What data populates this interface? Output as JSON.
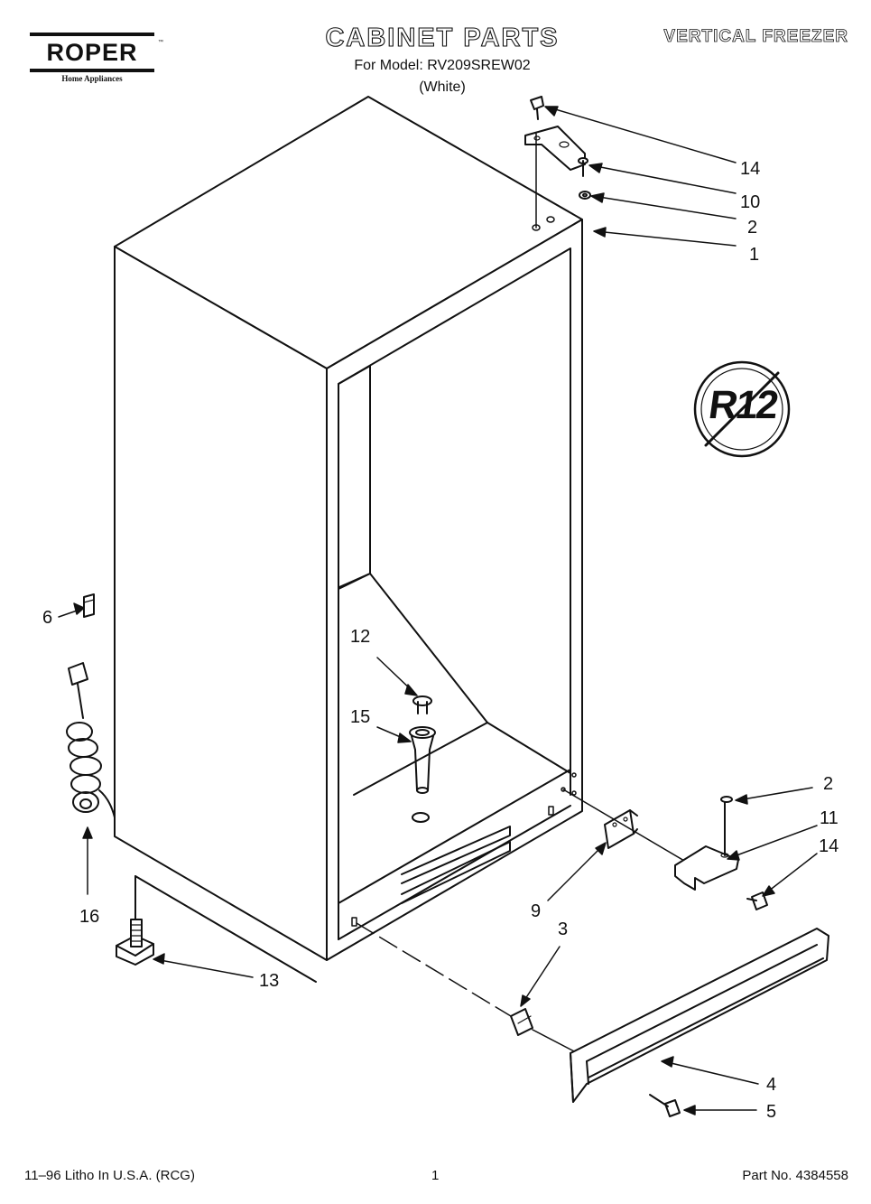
{
  "brand": {
    "logo_text": "ROPER",
    "tm": "™",
    "subtitle": "Home Appliances"
  },
  "header": {
    "title": "CABINET PARTS",
    "model_line": "For Model: RV209SREW02",
    "color_line": "(White)",
    "product": "VERTICAL FREEZER"
  },
  "badge": {
    "text": "R12",
    "meaning": "no-r12"
  },
  "callouts": {
    "c14_top": "14",
    "c10": "10",
    "c2_top": "2",
    "c1": "1",
    "c6": "6",
    "c12": "12",
    "c15": "15",
    "c16": "16",
    "c13": "13",
    "c2_bottom": "2",
    "c11": "11",
    "c14_bottom": "14",
    "c9": "9",
    "c3": "3",
    "c4": "4",
    "c5": "5"
  },
  "footer": {
    "left": "11–96 Litho In U.S.A. (RCG)",
    "page": "1",
    "part_no": "Part No. 4384558"
  }
}
